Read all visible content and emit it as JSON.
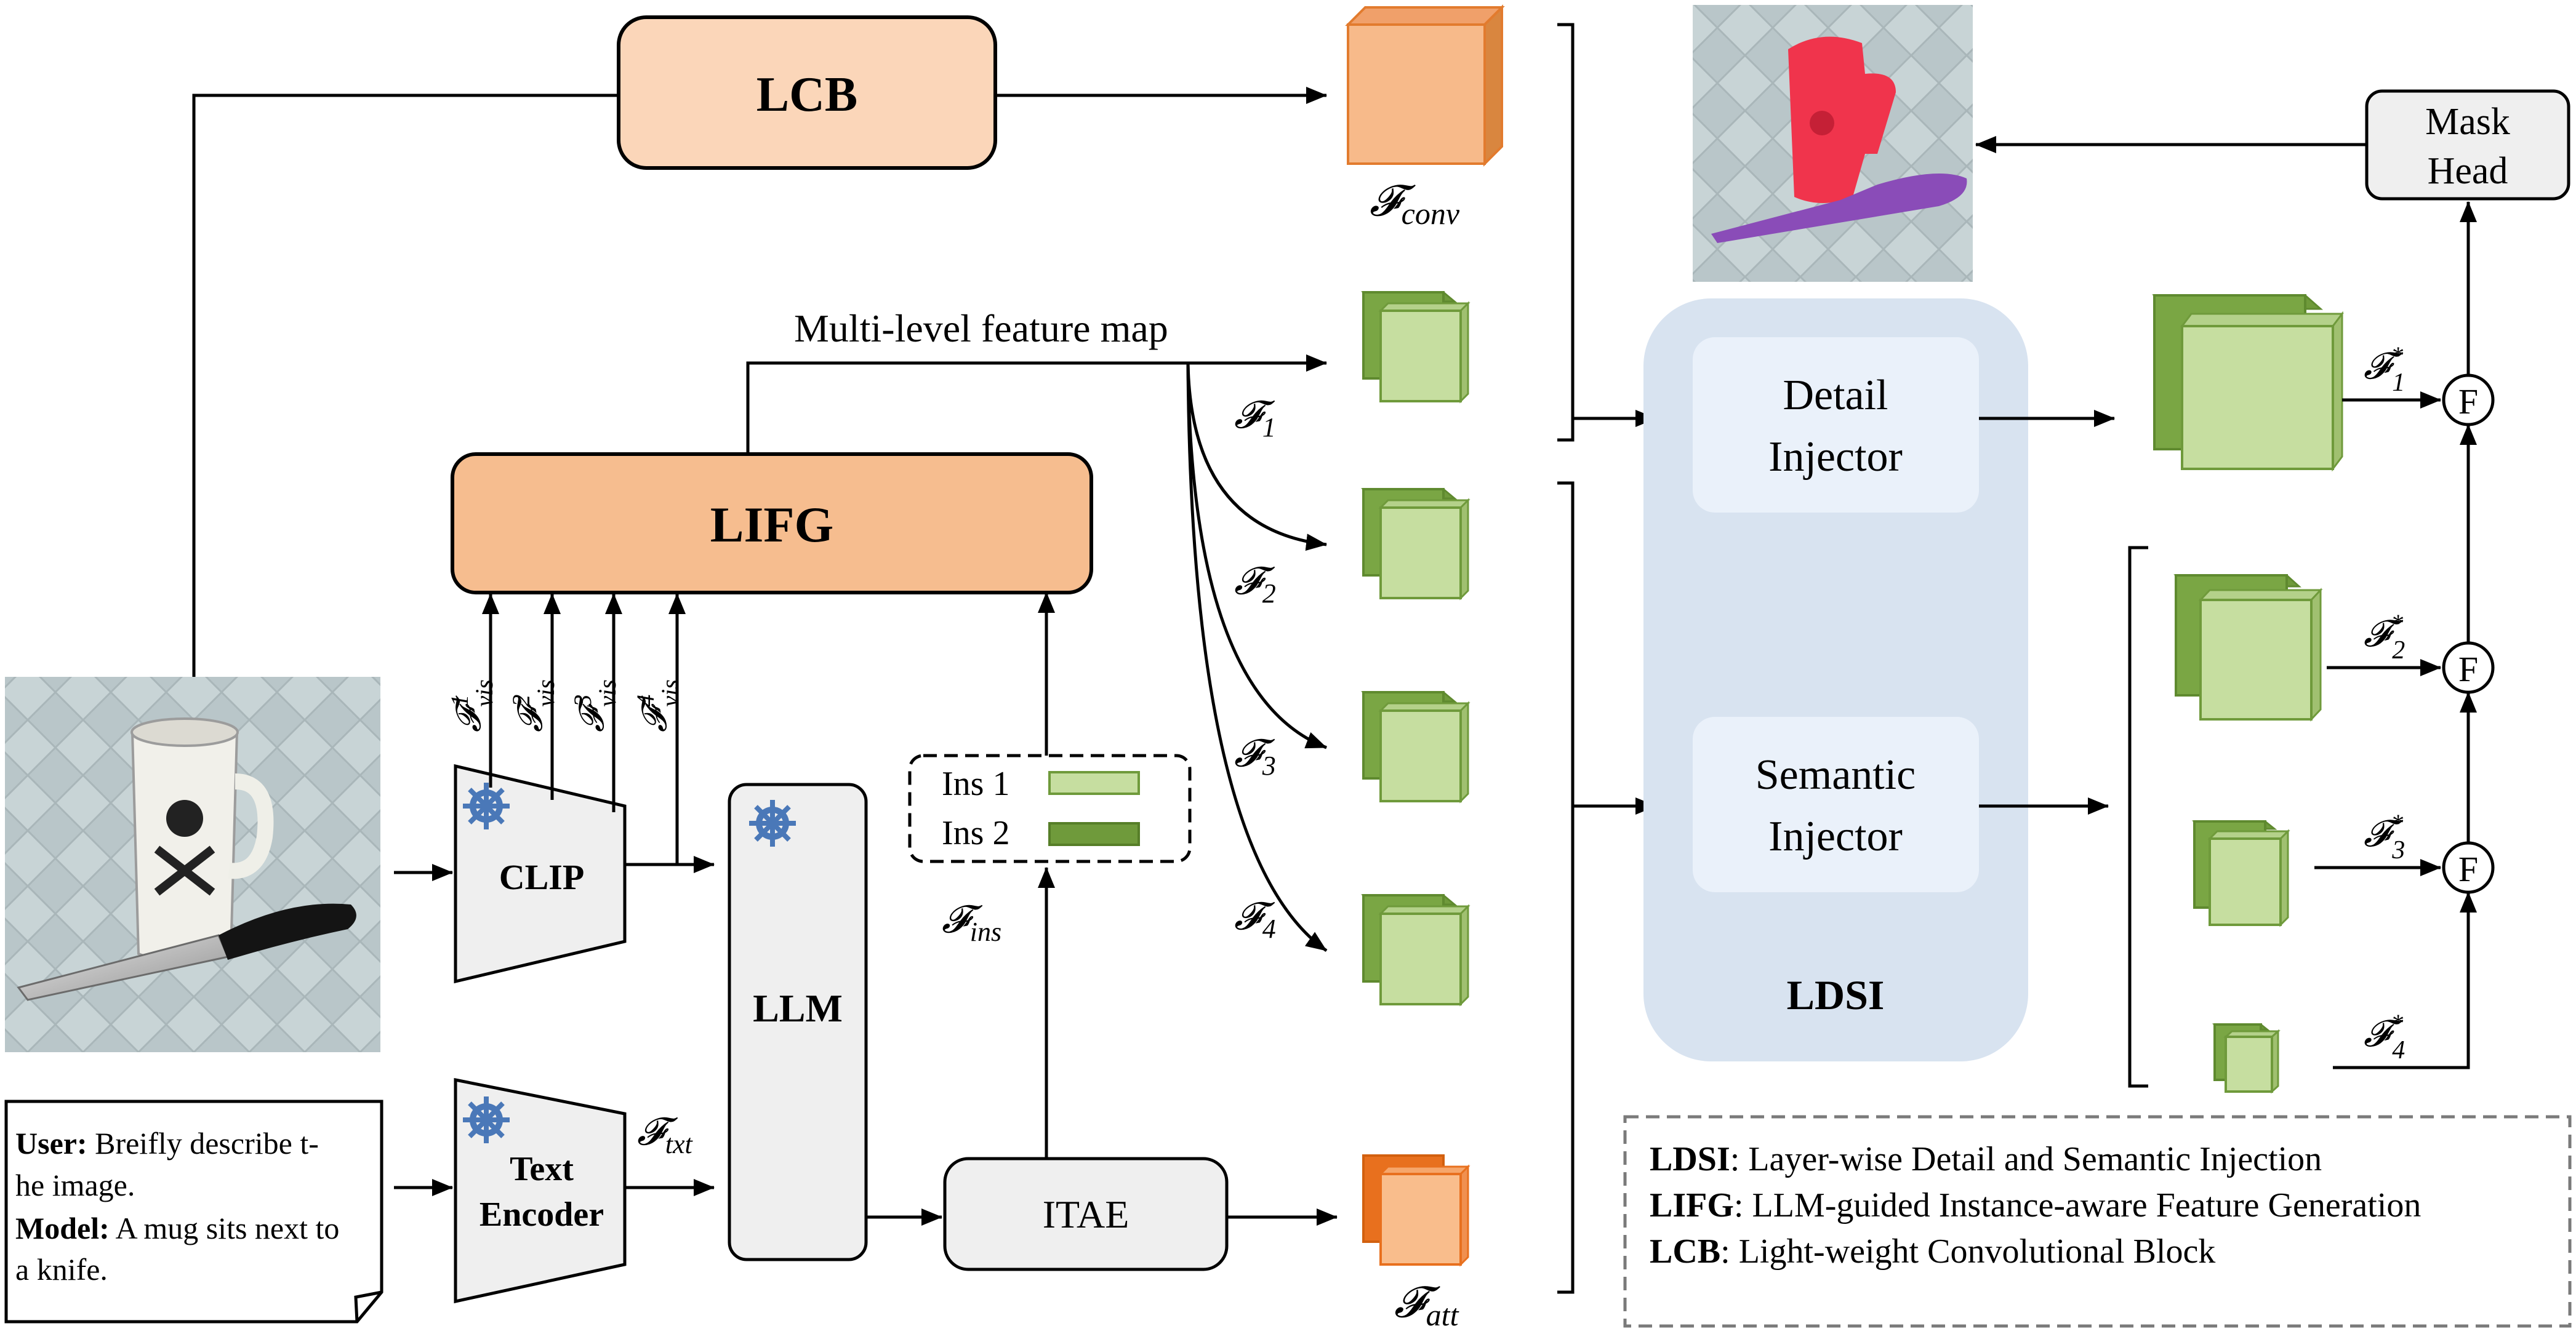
{
  "blocks": {
    "lcb": "LCB",
    "lifg": "LIFG",
    "clip": "CLIP",
    "text_encoder_line1": "Text",
    "text_encoder_line2": "Encoder",
    "llm": "LLM",
    "itae": "ITAE",
    "mask_head_line1": "Mask",
    "mask_head_line2": "Head",
    "detail_injector_line1": "Detail",
    "detail_injector_line2": "Injector",
    "semantic_injector_line1": "Semantic",
    "semantic_injector_line2": "Injector",
    "ldsi": "LDSI",
    "fuse": "F"
  },
  "labels": {
    "multi_level": "Multi-level feature map",
    "f_conv_sub": "conv",
    "f_att_sub": "att",
    "f_txt_sub": "txt",
    "f_ins_sub": "ins",
    "f_vis_sub": "vis",
    "f_vis_sups": [
      "1",
      "2",
      "3",
      "4"
    ],
    "f_levels": [
      "1",
      "2",
      "3",
      "4"
    ],
    "f_star_levels": [
      "1",
      "2",
      "3",
      "4"
    ],
    "star": "*",
    "script_f": "𝓕"
  },
  "instances": {
    "ins1": "Ins 1",
    "ins2": "Ins 2"
  },
  "dialog": {
    "user_label": "User:",
    "user_text_line1": " Breifly describe t-",
    "user_text_line2": "he image.",
    "model_label": "Model:",
    "model_text_line1": " A mug sits next to",
    "model_text_line2": "a knife."
  },
  "legend": [
    {
      "abbr": "LDSI",
      "text": ":   Layer-wise Detail and Semantic Injection"
    },
    {
      "abbr": "LIFG",
      "text": ":   LLM-guided Instance-aware Feature Generation"
    },
    {
      "abbr": "LCB",
      "text": ":  Light-weight Convolutional Block"
    }
  ],
  "colors": {
    "light_orange": "#fbcfae",
    "orange": "#f5be90",
    "dark_orange": "#e8701e",
    "light_green": "#c6dea0",
    "dark_green": "#6f9a3b",
    "ldsi_bg": "#d8e3f0",
    "injector_bg": "#eaf1fa",
    "gray_box": "#efefef"
  }
}
